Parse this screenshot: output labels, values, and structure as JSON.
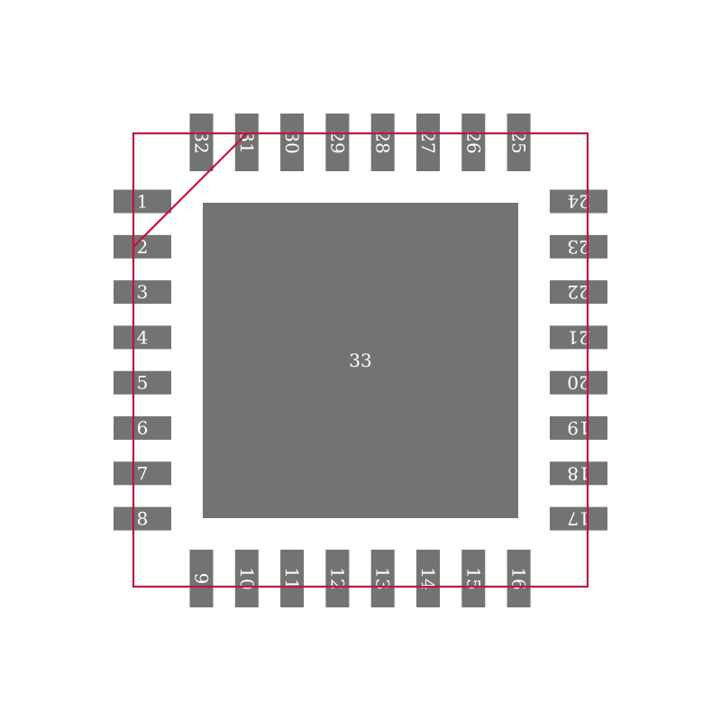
{
  "colors": {
    "pad": "#737373",
    "outline": "#c0143c",
    "label": "#ffffff",
    "background": "#ffffff"
  },
  "footprint": {
    "left_pins": [
      "1",
      "2",
      "3",
      "4",
      "5",
      "6",
      "7",
      "8"
    ],
    "bottom_pins": [
      "9",
      "10",
      "11",
      "12",
      "13",
      "14",
      "15",
      "16"
    ],
    "right_pins": [
      "17",
      "18",
      "19",
      "20",
      "21",
      "22",
      "23",
      "24"
    ],
    "top_pins": [
      "25",
      "26",
      "27",
      "28",
      "29",
      "30",
      "31",
      "32"
    ],
    "exposed_pad": "33"
  }
}
